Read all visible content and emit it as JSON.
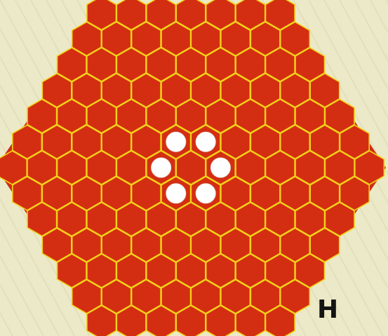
{
  "game": {
    "name": "",
    "board_shape": "hexagon",
    "cell_shape": "hexagon",
    "cells_per_side": 7,
    "corner_label": "H"
  },
  "pieces": [
    {
      "color": "white",
      "q": -1,
      "r": 0
    },
    {
      "color": "white",
      "q": 0,
      "r": -1
    },
    {
      "color": "white",
      "q": 1,
      "r": -1
    },
    {
      "color": "white",
      "q": 1,
      "r": 0
    },
    {
      "color": "white",
      "q": 0,
      "r": 1
    },
    {
      "color": "white",
      "q": -1,
      "r": 1
    }
  ],
  "colors": {
    "background": "#ece9c8",
    "board_border": "#cf2e12",
    "board_gap": "#f2d21a",
    "cell_fill": "#d42e12",
    "cell_outline": "#f2d21a",
    "piece_fill": "#ffffff",
    "label": "#141414"
  }
}
